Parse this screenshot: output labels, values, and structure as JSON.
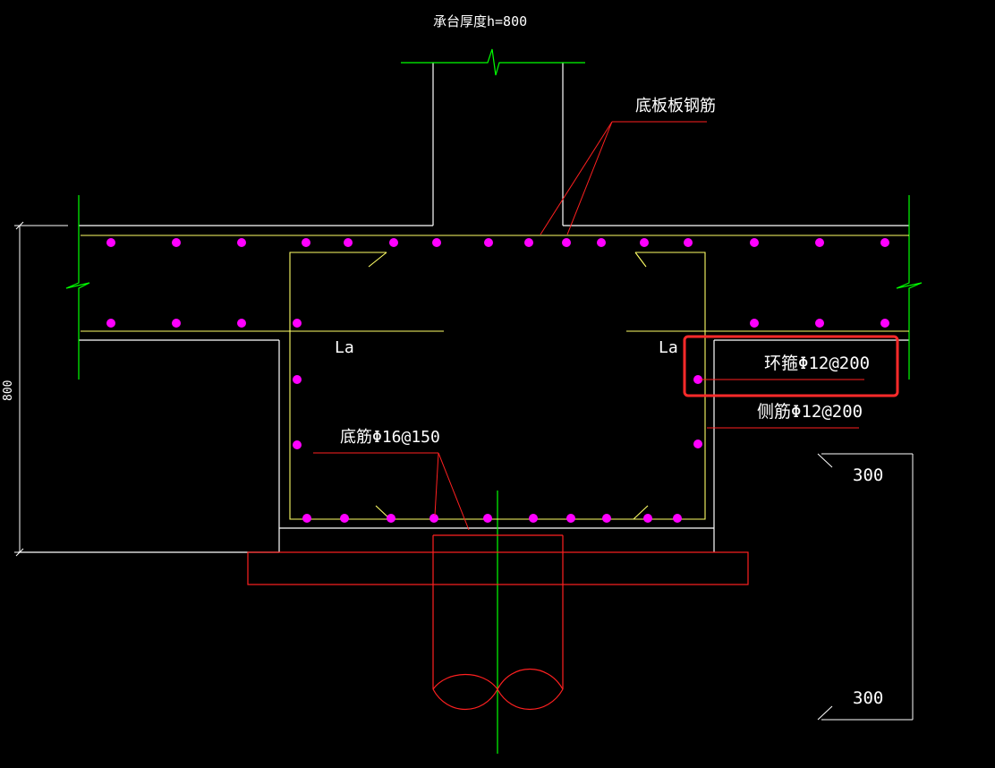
{
  "labels": {
    "thickness": "承台厚度h=800",
    "slab_rebar": "底板板钢筋",
    "anchor_left": "La",
    "anchor_right": "La",
    "ring_stirrup": "环箍Φ12@200",
    "side_rebar": "侧筋Φ12@200",
    "bottom_rebar": "底筋Φ16@150",
    "dim_height": "800",
    "dim_300_top": "300",
    "dim_300_bottom": "300"
  },
  "colors": {
    "background": "#000000",
    "outline": "#ffffff",
    "rebar_line": "#ffff66",
    "rebar_dot": "#ff00ff",
    "leader": "#ff2020",
    "pile": "#ff2020",
    "axis": "#00ff00",
    "dimension": "#ffffff",
    "highlight_box": "#ff2a2a"
  }
}
